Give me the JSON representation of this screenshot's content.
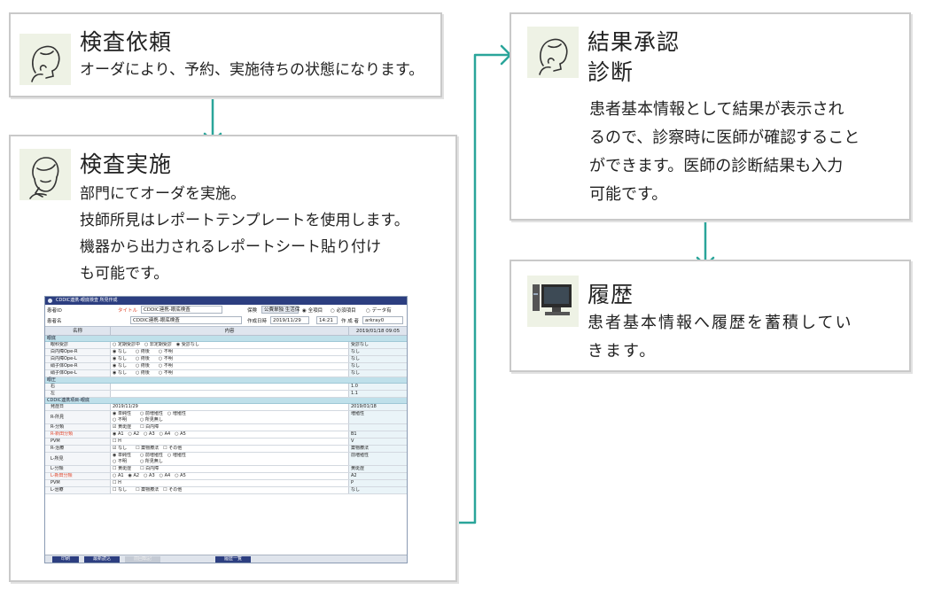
{
  "request": {
    "title": "検査依頼",
    "text": "オーダにより、予約、実施待ちの状態になります。"
  },
  "exec": {
    "title": "検査実施",
    "lines": [
      "部門にてオーダを実施。",
      "技師所見はレポートテンプレートを使用します。",
      "機器から出力されるレポートシート貼り付け",
      "も可能です。"
    ]
  },
  "result": {
    "title_lines": [
      "結果承認",
      "診断"
    ],
    "lines": [
      "患者基本情報として結果が表示され",
      "るので、診察時に医師が確認すること",
      "ができます。医師の診断結果も入力",
      "可能です。"
    ]
  },
  "history": {
    "title": "履歴",
    "lines": [
      "患者基本情報へ履歴を蓄積してい",
      "きます。"
    ]
  },
  "colors": {
    "connector": "#2aa59a",
    "card_border": "#c9c9c9",
    "app_titlebar": "#2c3e80",
    "section": "#bfe0ea"
  },
  "icons": {
    "request": "doctor-thinking-icon",
    "exec": "technician-icon",
    "result": "doctor-thinking-icon",
    "history": "computer-monitor-icon"
  },
  "app": {
    "window_title": "CDDIC連携-眼底検査 所見作成",
    "header": {
      "patient_id_label": "患者ID",
      "patient_name_label": "患者名",
      "title_label": "タイトル",
      "title_value": "CDDIC連携-眼底検査",
      "template_value": "CDDIC連携-眼底検査",
      "save_label": "保険",
      "save_select": "公費単独 生活保",
      "radio_all": "全項目",
      "radio_required": "必須項目",
      "radio_data": "データ有",
      "date_label": "作成日時",
      "date_value": "2019/11/29",
      "time_value": "14:21",
      "author_label": "作 成 者",
      "author_value": "arkray0"
    },
    "columns": [
      "名称",
      "内容",
      "2019/01/18 09:05"
    ],
    "sections": [
      {
        "title": "眼底",
        "rows": [
          {
            "name": "眼科受診",
            "content": "○ 定期受診中　○ 非定期受診　◉ 受診なし",
            "prev": "受診なし"
          },
          {
            "name": "白内障Ope-R",
            "content": "◉ なし　　○ 術後　　○ 不明",
            "prev": "なし"
          },
          {
            "name": "白内障Ope-L",
            "content": "◉ なし　　○ 術後　　○ 不明",
            "prev": "なし"
          },
          {
            "name": "硝子体Ope-R",
            "content": "◉ なし　　○ 術後　　○ 不明",
            "prev": "なし"
          },
          {
            "name": "硝子体Ope-L",
            "content": "◉ なし　　○ 術後　　○ 不明",
            "prev": "なし"
          }
        ]
      },
      {
        "title": "眼圧",
        "rows": [
          {
            "name": "右",
            "content": "",
            "prev": "1.0"
          },
          {
            "name": "左",
            "content": "",
            "prev": "1.1"
          }
        ]
      },
      {
        "title": "CDDIC連携項目-眼底",
        "rows": [
          {
            "name": "発症日",
            "content": "2019/11/29",
            "prev": "2019/01/18"
          },
          {
            "name": "R-所見",
            "content": "◉ 単純性　　○ 前増殖性　○ 増殖性",
            "content2": "○ 不明　　　○ 所見無し",
            "prev": "増殖性"
          },
          {
            "name": "R-分類",
            "content": "☑ 黄斑症　　☐ 白内障",
            "prev": ""
          },
          {
            "name": "R-新田分類",
            "content": "◉ A1　○ A2　○ A3　○ A4　○ A5",
            "prev": "B1",
            "red": true
          },
          {
            "name": "PVM",
            "content": "☐ H",
            "prev": "V"
          },
          {
            "name": "R-治療",
            "content": "☑ なし　　☐ 薬物療法　☐ その他",
            "prev": "薬物療法"
          },
          {
            "name": "L-所見",
            "content": "◉ 単純性　　○ 前増殖性　○ 増殖性",
            "content2": "○ 不明　　　○ 所見無し",
            "prev": "前増殖性"
          },
          {
            "name": "L-分類",
            "content": "☐ 黄斑症　　☐ 白内障",
            "prev": "黄斑症"
          },
          {
            "name": "L-新田分類",
            "content": "○ A1　◉ A2　○ A3　○ A4　○ A5",
            "prev": "A2",
            "red": true
          },
          {
            "name": "PVM",
            "content": "☐ H",
            "prev": "P"
          },
          {
            "name": "L-治療",
            "content": "☐ なし　　☐ 薬物療法　☐ その他",
            "prev": "なし"
          }
        ]
      }
    ],
    "footer": [
      "印刷",
      "最新読込",
      "前回転記",
      "履歴一覧"
    ]
  }
}
